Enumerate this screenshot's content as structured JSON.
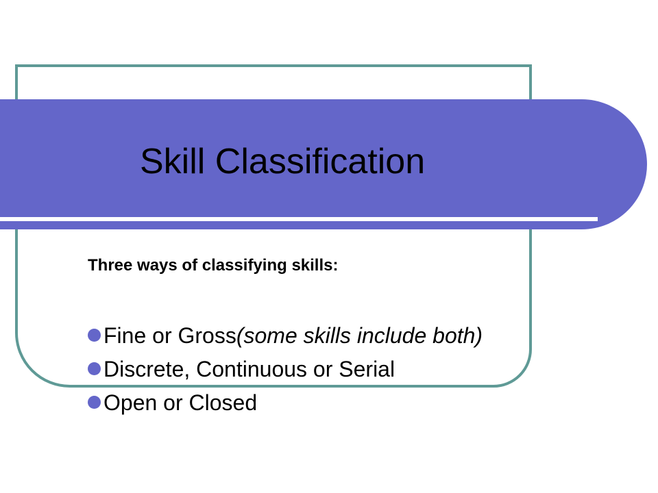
{
  "slide": {
    "title": "Skill Classification",
    "subtitle": "Three ways of classifying skills:",
    "bullets": [
      {
        "text": "Fine or Gross",
        "note": "(some skills include both)"
      },
      {
        "text": "Discrete, Continuous or Serial"
      },
      {
        "text": "Open or Closed"
      }
    ]
  },
  "colors": {
    "banner": "#6466c9",
    "frame_outline": "#5f9a96",
    "bullet": "#6466c9",
    "text": "#000000",
    "background": "#ffffff"
  },
  "icons": {
    "bullet": "bullet-dot-icon"
  }
}
